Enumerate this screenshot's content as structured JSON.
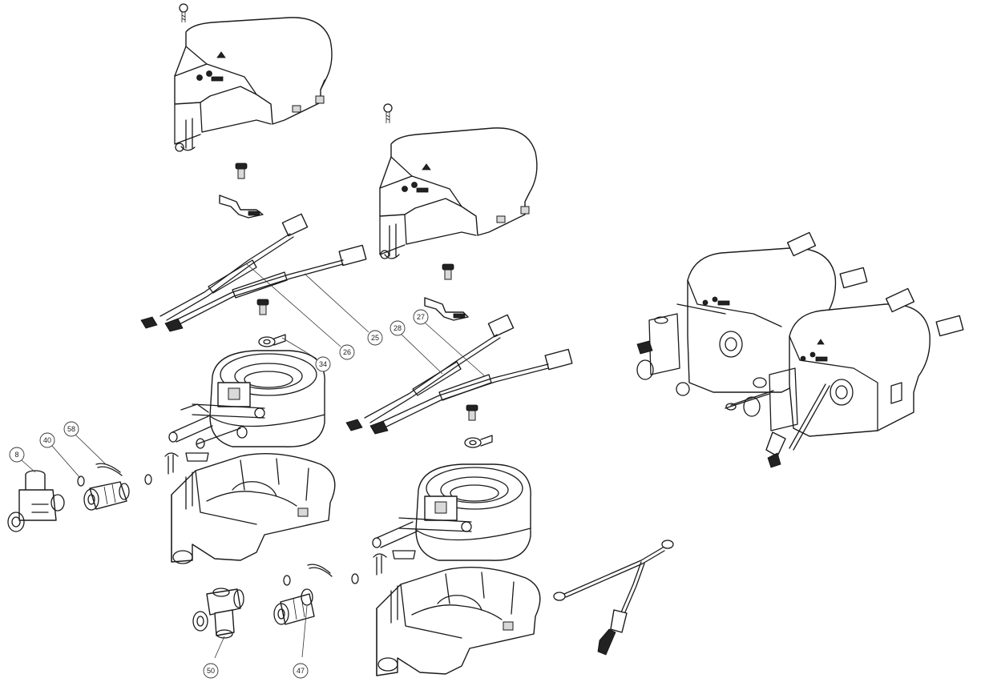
{
  "callouts": [
    {
      "id": "c8",
      "label": "8"
    },
    {
      "id": "c40",
      "label": "40"
    },
    {
      "id": "c58",
      "label": "58"
    },
    {
      "id": "c34",
      "label": "34"
    },
    {
      "id": "c26",
      "label": "26"
    },
    {
      "id": "c25",
      "label": "25"
    },
    {
      "id": "c28",
      "label": "28"
    },
    {
      "id": "c27",
      "label": "27"
    },
    {
      "id": "c50",
      "label": "50"
    },
    {
      "id": "c47",
      "label": "47"
    }
  ]
}
